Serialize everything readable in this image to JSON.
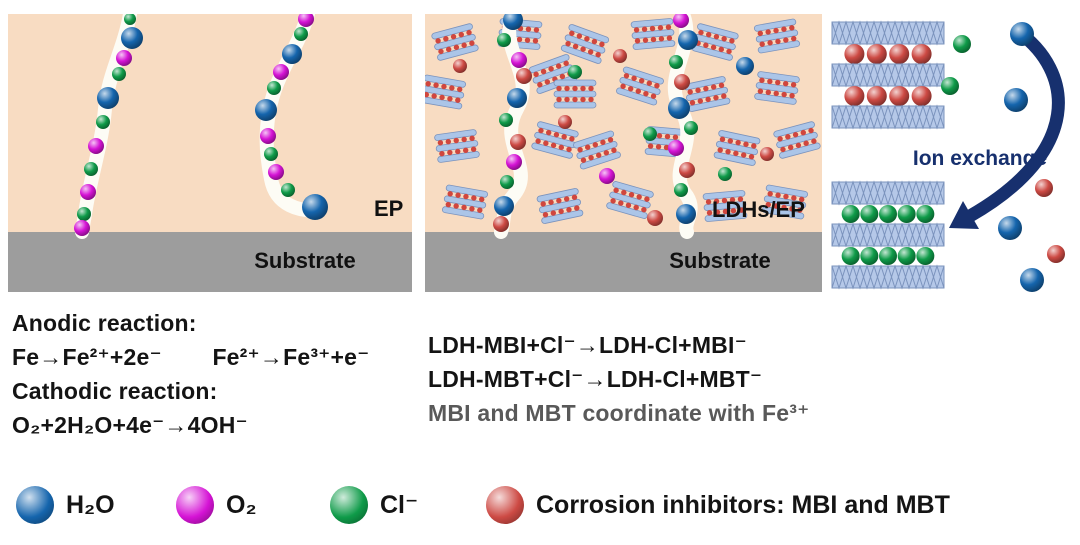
{
  "figure": {
    "panels": {
      "ep": {
        "coating_label": "EP",
        "substrate_label": "Substrate"
      },
      "ldh": {
        "coating_label": "LDHs/EP",
        "substrate_label": "Substrate"
      },
      "ion_exchange_label": "Ion exchange"
    },
    "reactions": {
      "anodic_title": "Anodic reaction:",
      "anodic_eq1": "Fe→Fe²⁺+2e⁻",
      "anodic_eq2": "Fe²⁺→Fe³⁺+e⁻",
      "cathodic_title": "Cathodic reaction:",
      "cathodic_eq": "O₂+2H₂O+4e⁻→4OH⁻",
      "exchange_eq1": "LDH-MBI+Cl⁻→LDH-Cl+MBI⁻",
      "exchange_eq2": "LDH-MBT+Cl⁻→LDH-Cl+MBT⁻",
      "coordination_note": "MBI and MBT coordinate with Fe³⁺"
    },
    "legend": [
      {
        "id": "h2o",
        "label": "H₂O",
        "color": "#1565ad"
      },
      {
        "id": "o2",
        "label": "O₂",
        "color": "#d513d5"
      },
      {
        "id": "cl",
        "label": "Cl⁻",
        "color": "#0f9b49"
      },
      {
        "id": "inhibitor",
        "label": "Corrosion inhibitors: MBI and MBT",
        "color": "#cd4a44"
      }
    ],
    "colors": {
      "coating": "#f8dcc2",
      "substrate": "#9d9d9d",
      "channel": "#fdfcf5",
      "ldh_layer": "#b5c8e8",
      "ldh_edge": "#7b93bd",
      "platelet_layer": "#abc5e8",
      "platelet_dot": "#d0463e",
      "arrow": "#17306e",
      "text": "#141414",
      "note_text": "#595959"
    }
  }
}
